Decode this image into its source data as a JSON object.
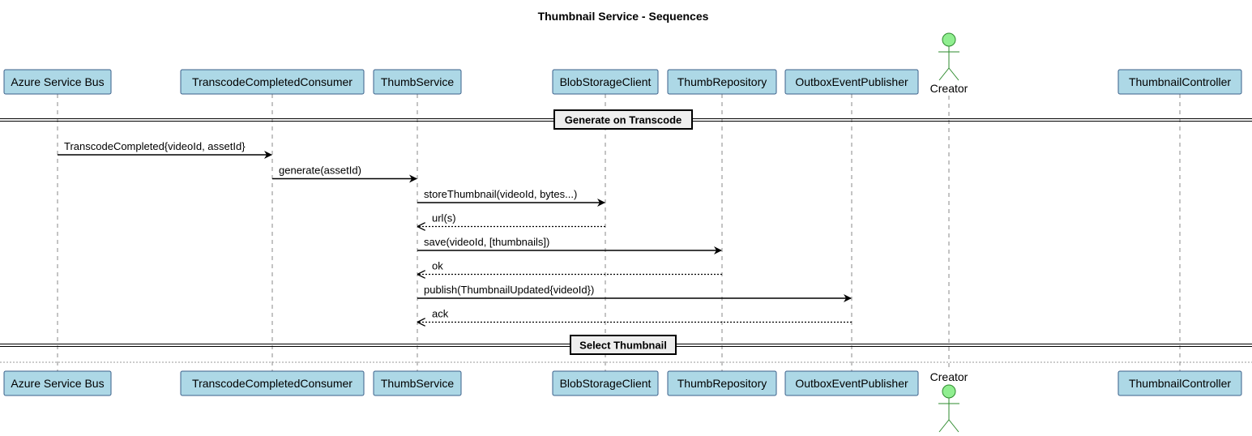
{
  "title": "Thumbnail Service - Sequences",
  "participants": [
    {
      "id": "bus",
      "label": "Azure Service Bus",
      "kind": "participant"
    },
    {
      "id": "consumer",
      "label": "TranscodeCompletedConsumer",
      "kind": "participant"
    },
    {
      "id": "svc",
      "label": "ThumbService",
      "kind": "participant"
    },
    {
      "id": "blob",
      "label": "BlobStorageClient",
      "kind": "participant"
    },
    {
      "id": "repo",
      "label": "ThumbRepository",
      "kind": "participant"
    },
    {
      "id": "outbox",
      "label": "OutboxEventPublisher",
      "kind": "participant"
    },
    {
      "id": "creator",
      "label": "Creator",
      "kind": "actor"
    },
    {
      "id": "ctrl",
      "label": "ThumbnailController",
      "kind": "participant"
    }
  ],
  "dividers": [
    {
      "label": "Generate on Transcode"
    },
    {
      "label": "Select Thumbnail"
    }
  ],
  "messages": [
    {
      "from": "bus",
      "to": "consumer",
      "label": "TranscodeCompleted{videoId, assetId}",
      "style": "sync"
    },
    {
      "from": "consumer",
      "to": "svc",
      "label": "generate(assetId)",
      "style": "sync"
    },
    {
      "from": "svc",
      "to": "blob",
      "label": "storeThumbnail(videoId, bytes...)",
      "style": "sync"
    },
    {
      "from": "blob",
      "to": "svc",
      "label": "url(s)",
      "style": "return"
    },
    {
      "from": "svc",
      "to": "repo",
      "label": "save(videoId, [thumbnails])",
      "style": "sync"
    },
    {
      "from": "repo",
      "to": "svc",
      "label": "ok",
      "style": "return"
    },
    {
      "from": "svc",
      "to": "outbox",
      "label": "publish(ThumbnailUpdated{videoId})",
      "style": "sync"
    },
    {
      "from": "outbox",
      "to": "svc",
      "label": "ack",
      "style": "return"
    }
  ],
  "colors": {
    "participant_fill": "#add8e6",
    "participant_border": "#3a5f8a",
    "actor_fill": "#90ee90",
    "actor_border": "#2e8b2e",
    "lifeline": "#888888"
  }
}
